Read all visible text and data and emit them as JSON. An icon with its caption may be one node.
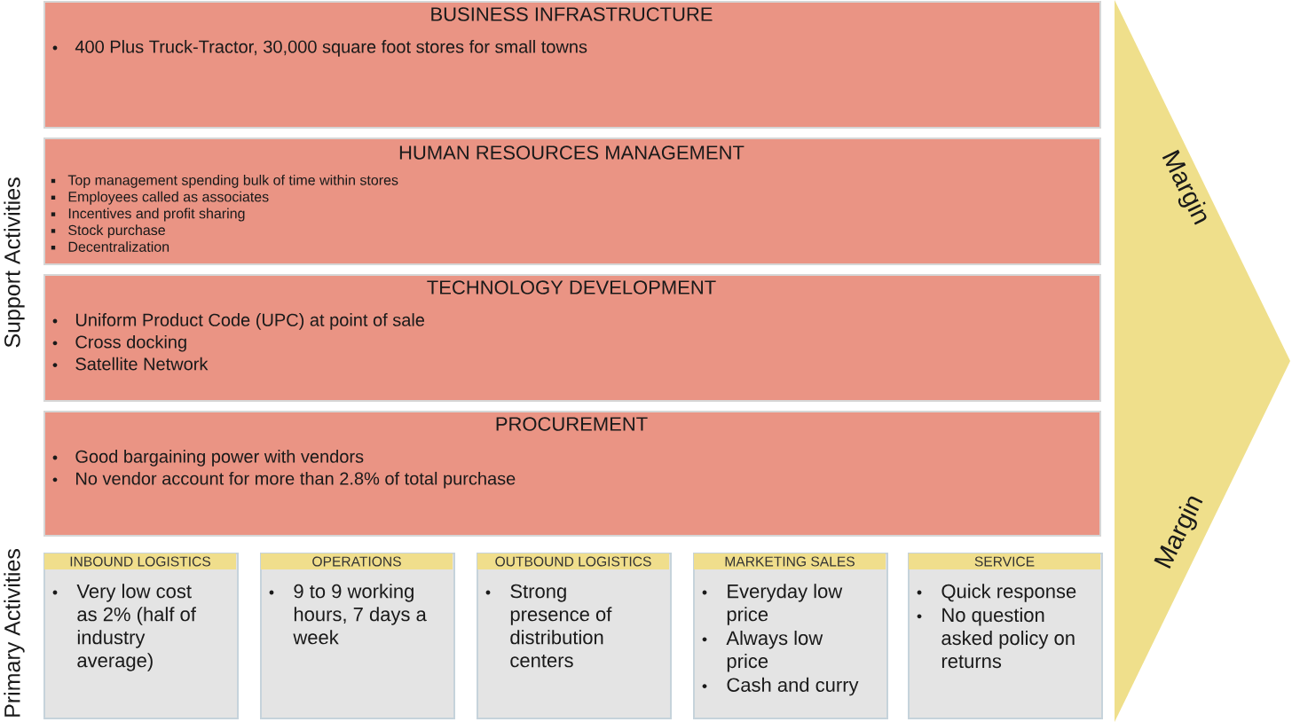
{
  "diagram": {
    "nodes": [
      {
        "text": [
          "BUSINESS INFRASTRUCTURE",
          "400 Plus Truck-Tractor, 30,000 square foot stores for small towns"
        ]
      },
      {
        "text": [
          "HUMAN RESOURCES MANAGEMENT",
          "Top management spending bulk of time within stores",
          "Employees called as associates",
          "Incentives and profit sharing",
          "Stock purchase",
          "Decentralization"
        ]
      },
      {
        "text": [
          "TECHNOLOGY DEVELOPMENT",
          "Uniform Product Code (UPC) at point of sale",
          "Cross docking",
          "Satellite Network"
        ]
      },
      {
        "text": [
          "PROCUREMENT",
          "Good bargaining power with vendors",
          "No vendor account for more than 2.8% of total purchase"
        ]
      },
      {
        "text": [
          "INBOUND LOGISTICS",
          "Very low cost as 2% (half of industry average)"
        ]
      },
      {
        "text": [
          "OPERATIONS",
          "9 to 9 working hours, 7 days a week"
        ]
      },
      {
        "text": [
          "OUTBOUND LOGISTICS",
          "Strong presence of distribution centers"
        ]
      },
      {
        "text": [
          "MARKETING SALES",
          "Everyday low price",
          "Always low price",
          "Cash and curry"
        ]
      },
      {
        "text": [
          "SERVICE",
          "Quick response",
          "No question asked policy on returns"
        ]
      },
      {
        "text": [
          "Margin",
          "Margin"
        ]
      }
    ],
    "labels": [
      "Support Activities",
      "Primary Activities"
    ]
  }
}
